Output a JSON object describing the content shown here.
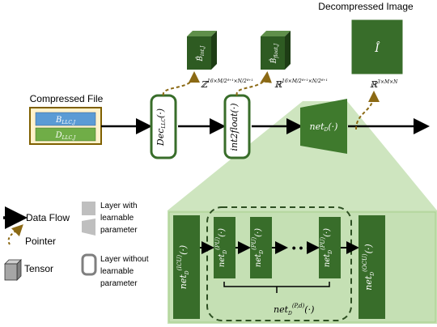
{
  "title": "Decompressed Image",
  "compressed_file": {
    "label": "Compressed File",
    "b_main": "B",
    "b_sub": "LLC,J",
    "d_main": "D",
    "d_sub": "LLC,J"
  },
  "blocks": {
    "dec": "Dec",
    "dec_sub": "LLC",
    "dec_tail": "(·)",
    "int2float": "int2float(·)",
    "net_d": "net",
    "net_d_sub": "D",
    "net_d_tail": "(·)"
  },
  "tensors": {
    "t1_main": "B̂",
    "t1_sub": "int,J",
    "t2_main": "B̂",
    "t2_sub": "float,J",
    "img": "Î"
  },
  "dims": {
    "z_main": "ℤ",
    "z_sup": "16×M/2ᵈ⁺¹×N/2ᵈ⁺¹",
    "r_main": "ℝ",
    "r_sup": "16×M/2ᵈ⁺¹×N/2ᵈ⁺¹",
    "img_main": "ℝ",
    "img_sup": "3×M×N"
  },
  "legend": {
    "data_flow": "Data Flow",
    "pointer": "Pointer",
    "tensor": "Tensor",
    "layer_learnable_1": "Layer with",
    "layer_learnable_2": "learnable",
    "layer_learnable_3": "parameter",
    "layer_none_1": "Layer without",
    "layer_none_2": "learnable",
    "layer_none_3": "parameter"
  },
  "detail": {
    "in": "(ICU)",
    "pu": "(PU)",
    "ou": "(OCU)",
    "net": "net",
    "sub": "D",
    "tail": "(·)",
    "ellipsis": "• • •",
    "group": "net",
    "group_sub": "D",
    "group_sup": "(P,d)",
    "group_tail": "(·)"
  },
  "colors": {
    "dark_green": "#386d2a",
    "mid_green": "#3f7a2d",
    "light_green": "#c5e0b4",
    "frame_gold": "#7f6000",
    "file_bg": "#fff2cc",
    "blue_box": "#5b9bd5",
    "green_box": "#70ad47",
    "pointer": "#8b6914"
  }
}
